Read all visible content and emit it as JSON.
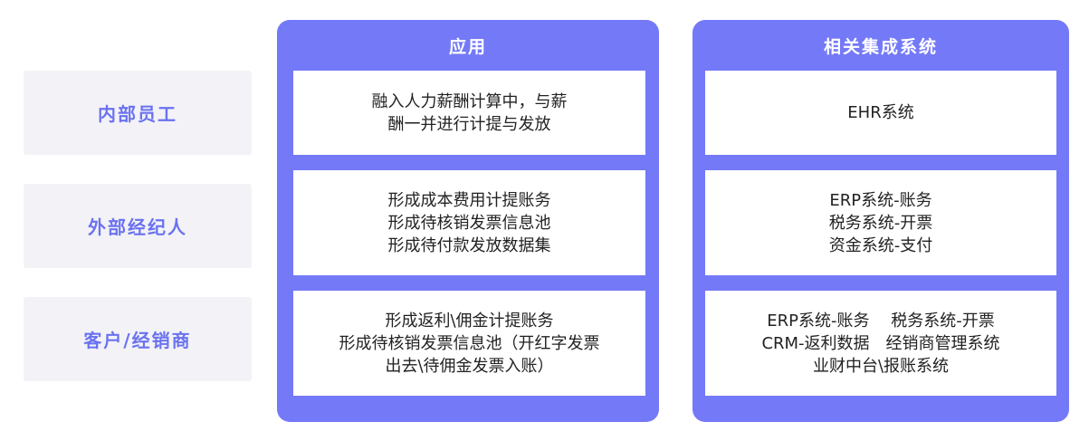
{
  "rows": {
    "labels": [
      "内部员工",
      "外部经纪人",
      "客户/经销商"
    ]
  },
  "application": {
    "title": "应用",
    "cells": [
      [
        "融入人力薪酬计算中，与薪",
        "酬一并进行计提与发放"
      ],
      [
        "形成成本费用计提账务",
        "形成待核销发票信息池",
        "形成待付款发放数据集"
      ],
      [
        "形成返利\\佣金计提账务",
        "形成待核销发票信息池（开红字发票",
        "出去\\待佣金发票入账）"
      ]
    ]
  },
  "systems": {
    "title": "相关集成系统",
    "cells": [
      [
        "EHR系统"
      ],
      [
        "ERP系统-账务",
        "税务系统-开票",
        "资金系统-支付"
      ],
      [
        "ERP系统-账务　 税务系统-开票",
        "CRM-返利数据　经销商管理系统",
        "业财中台\\报账系统"
      ]
    ]
  },
  "colors": {
    "accent": "#7479f7",
    "label_text": "#6b72f0",
    "label_bg": "#f3f3f7"
  }
}
